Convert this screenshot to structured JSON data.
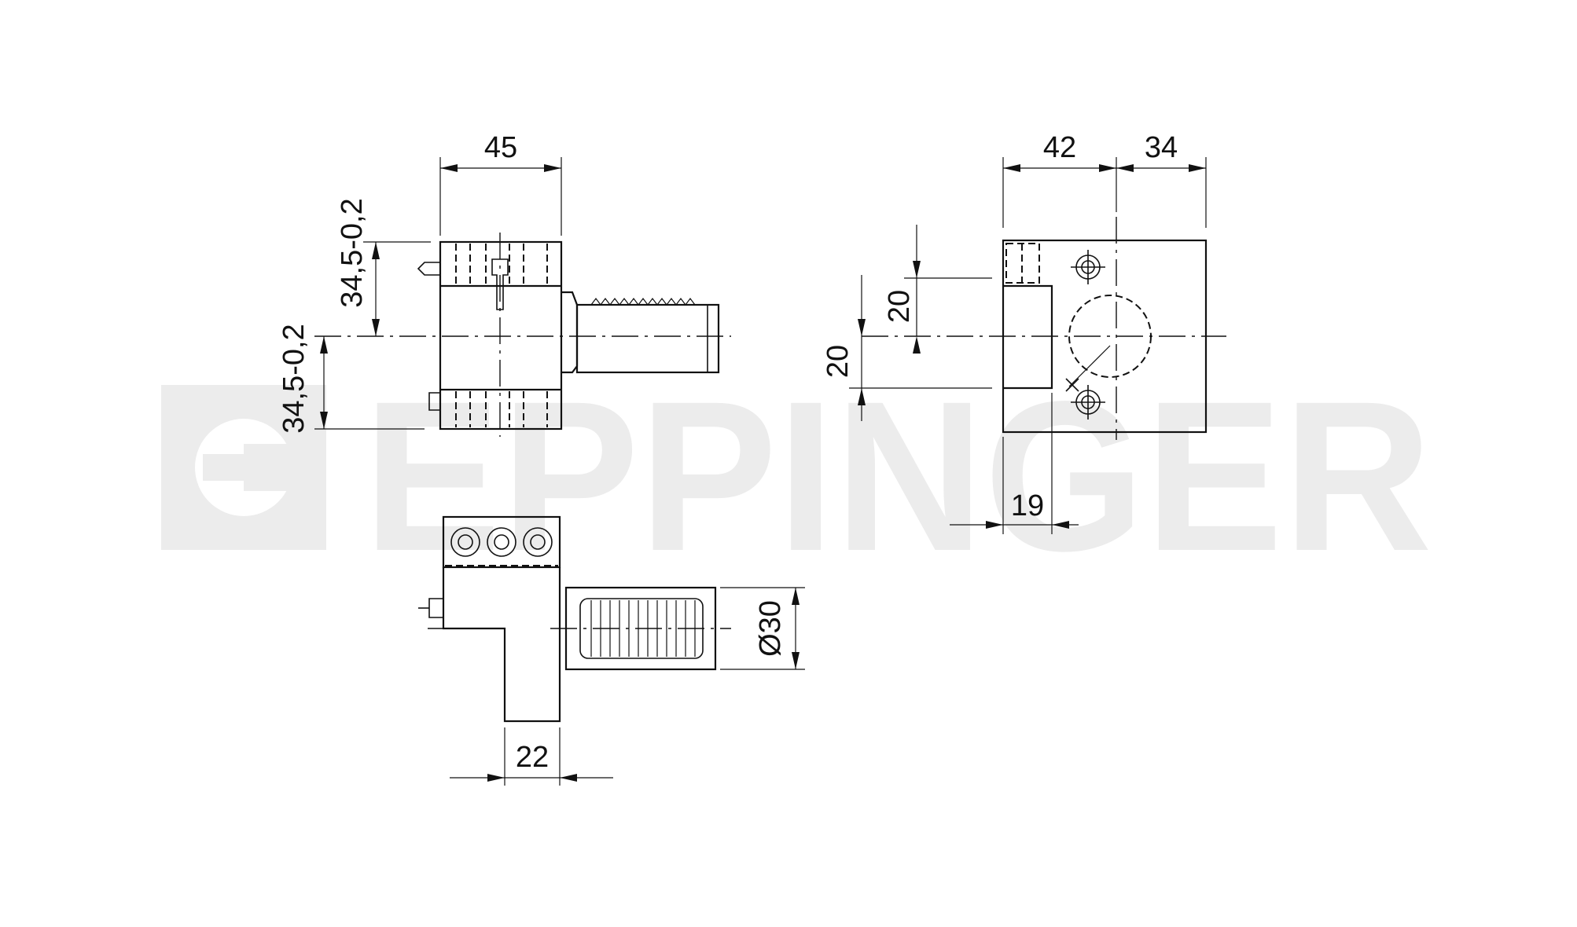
{
  "watermark": {
    "brand": "EPPINGER",
    "color": "#ececec"
  },
  "line_color": "#111111",
  "dimensions": {
    "front_width": "45",
    "front_upper_height": "34,5-0,2",
    "front_lower_height": "34,5-0,2",
    "side_left_width": "42",
    "side_right_width": "34",
    "side_upper_height": "20",
    "side_lower_height": "20",
    "side_slot_width": "19",
    "top_clamp_width": "22",
    "top_shank_diameter": "Ø30"
  }
}
